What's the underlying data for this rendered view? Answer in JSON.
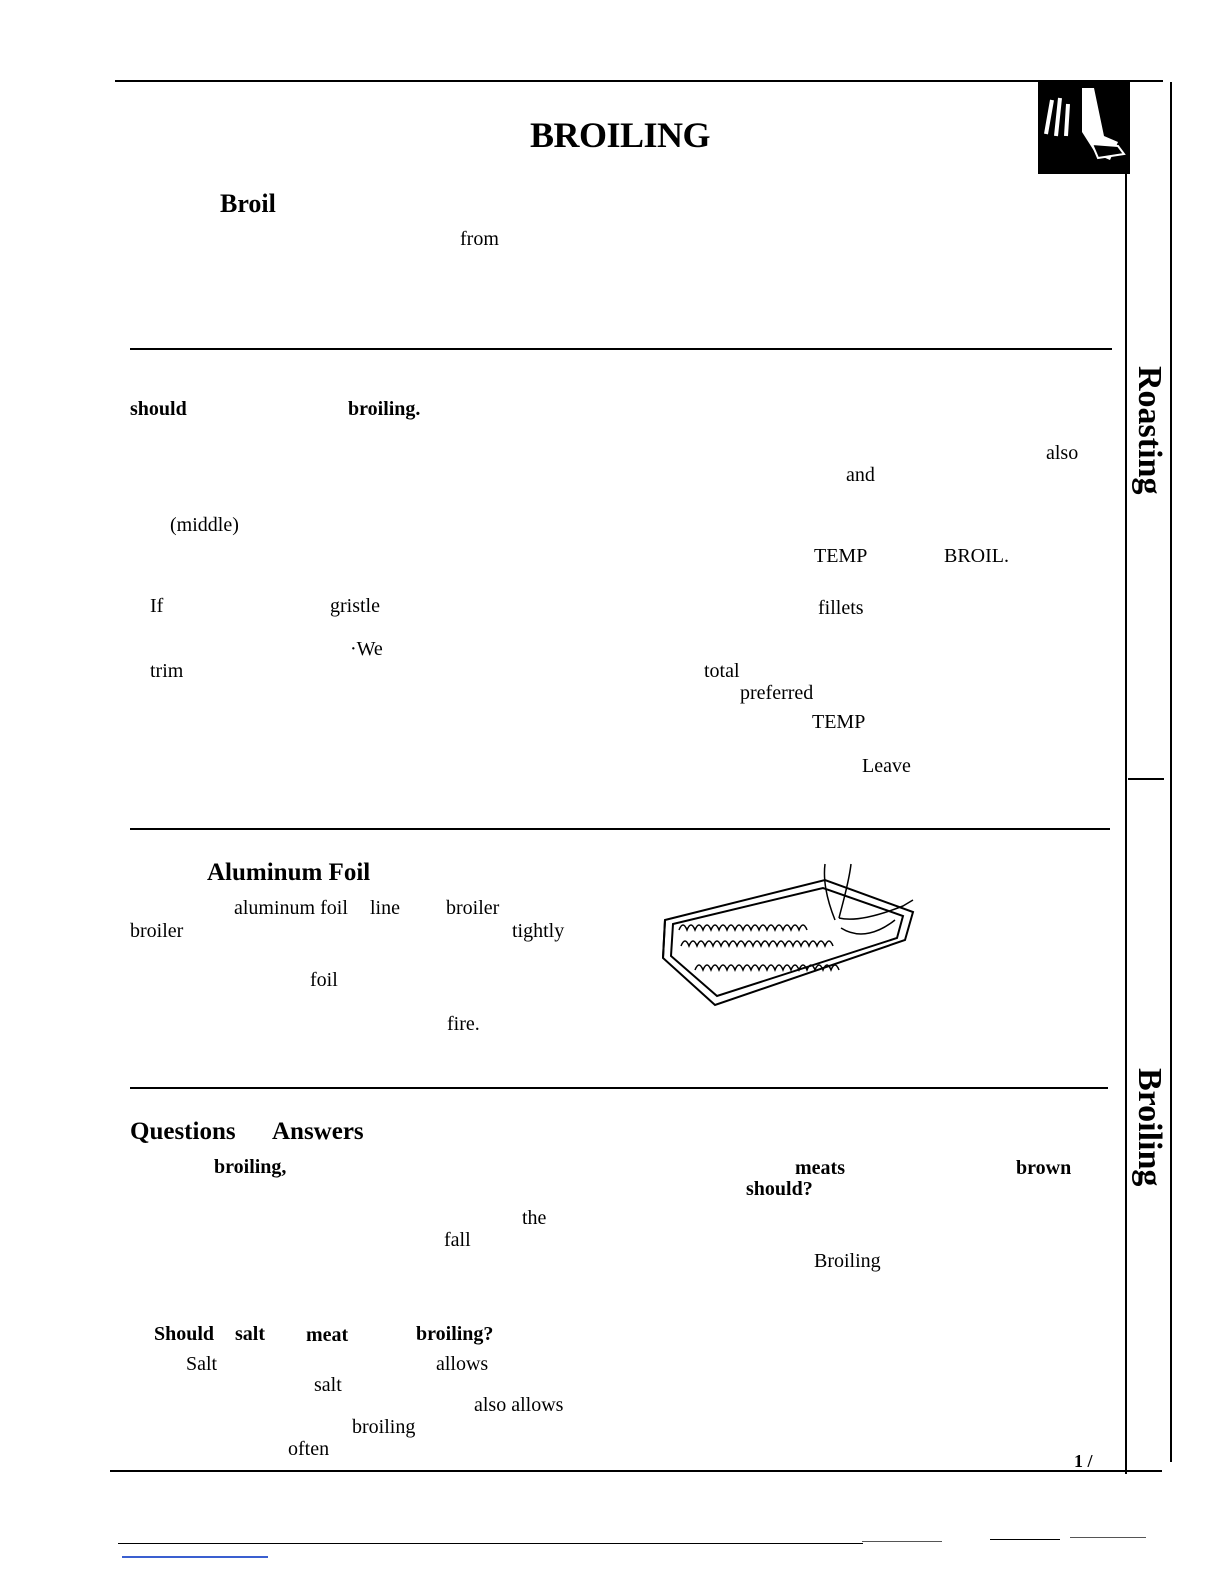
{
  "page": {
    "title": "BROILING",
    "side_tabs": [
      "Roasting",
      "Broiling"
    ],
    "page_number": "1 /"
  },
  "intro": {
    "heading": "Broil",
    "words": [
      "from"
    ]
  },
  "section2": {
    "words": [
      "should",
      "broiling.",
      "also",
      "and",
      "(middle)",
      "TEMP",
      "BROIL.",
      "If",
      "gristle",
      "fillets",
      "·We",
      "trim",
      "total",
      "preferred",
      "TEMP",
      "Leave"
    ]
  },
  "foil": {
    "heading": "Aluminum Foil",
    "words": [
      "aluminum foil",
      "line",
      "broiler",
      "broiler",
      "tightly",
      "foil",
      "fire."
    ]
  },
  "qa": {
    "heading_left": "Questions",
    "heading_right": "Answers",
    "words": [
      "broiling,",
      "meats",
      "brown",
      "should?",
      "the",
      "fall",
      "Broiling",
      "Should",
      "salt",
      "meat",
      "broiling?",
      "Salt",
      "allows",
      "salt",
      "also allows",
      "broiling",
      "often"
    ]
  }
}
